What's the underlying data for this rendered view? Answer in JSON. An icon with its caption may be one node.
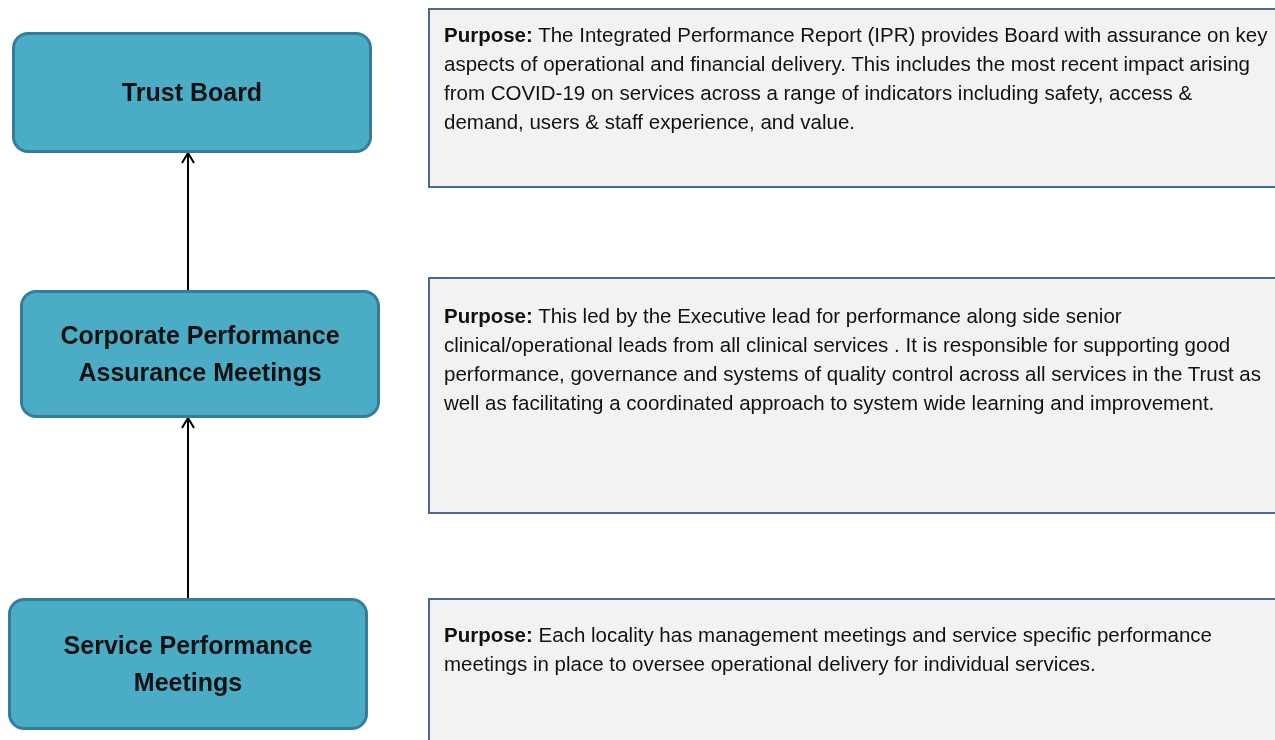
{
  "diagram": {
    "nodes": [
      {
        "text": [
          "Trust Board"
        ]
      },
      {
        "text": [
          "Corporate Performance Assurance Meetings"
        ]
      },
      {
        "text": [
          "Service Performance Meetings"
        ]
      },
      {
        "text": [
          "**Purpose:** The Integrated Performance Report (IPR) provides Board with assurance on key aspects of operational and financial delivery. This includes the most recent impact arising from COVID-19 on services across a range of indicators including safety, access & demand, users & staff experience, and value."
        ]
      },
      {
        "text": [
          "**Purpose:** This led by the Executive lead for performance along side senior clinical/operational leads from all clinical services . It is responsible for supporting good performance, governance and systems of quality control  across all services in the Trust as well as facilitating a coordinated approach to system wide learning and improvement."
        ]
      },
      {
        "text": [
          "**Purpose:** Each locality has management meetings and service specific performance meetings  in place to oversee  operational  delivery for individual services."
        ]
      }
    ],
    "edges": [
      {
        "from": 2,
        "to": 1,
        "arrow": "to"
      },
      {
        "from": 1,
        "to": 0,
        "arrow": "to"
      }
    ]
  }
}
